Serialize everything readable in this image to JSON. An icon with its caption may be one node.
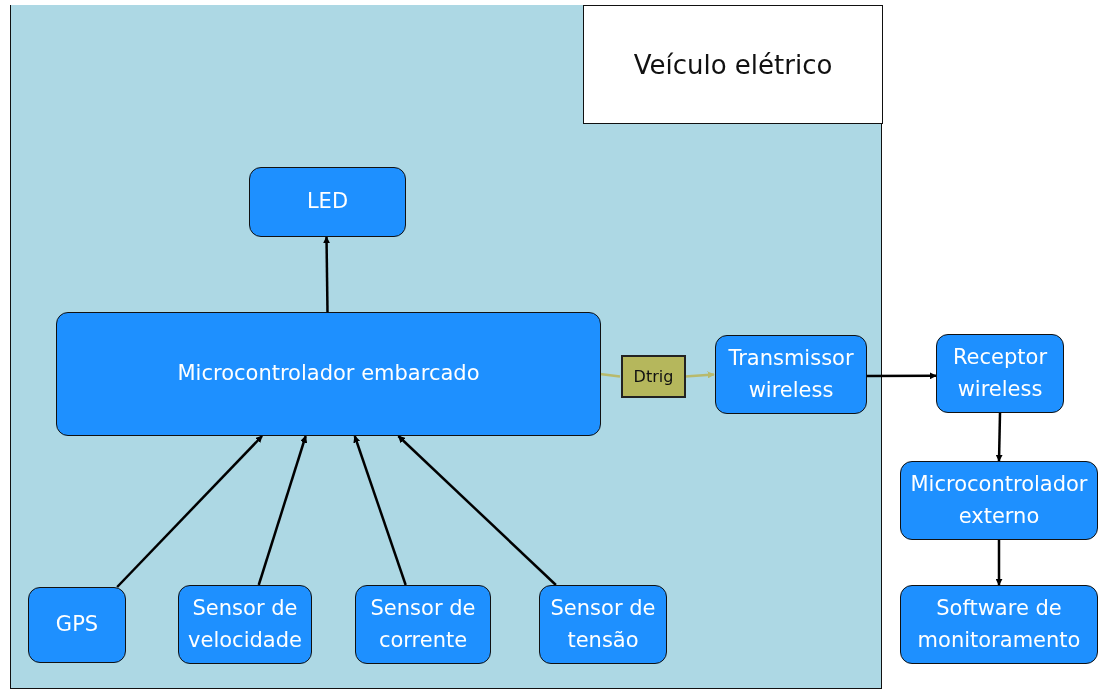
{
  "diagram": {
    "nodes": [
      {
        "text": [
          "Veículo elétrico"
        ]
      },
      {
        "text": [
          "LED"
        ],
        "in": 0
      },
      {
        "text": [
          "Microcontrolador embarcado"
        ],
        "in": 0
      },
      {
        "text": [
          "Dtrig"
        ],
        "in": 0
      },
      {
        "text": [
          "Transmissor wireless"
        ],
        "in": 0
      },
      {
        "text": [
          "GPS"
        ],
        "in": 0
      },
      {
        "text": [
          "Sensor de velocidade"
        ],
        "in": 0
      },
      {
        "text": [
          "Sensor de corrente"
        ],
        "in": 0
      },
      {
        "text": [
          "Sensor de tensão"
        ],
        "in": 0
      },
      {
        "text": [
          "Receptor wireless"
        ]
      },
      {
        "text": [
          "Microcontrolador externo"
        ]
      },
      {
        "text": [
          "Software de monitoramento"
        ]
      }
    ],
    "edges": [
      {
        "from": 2,
        "to": 1,
        "arrow": "to"
      },
      {
        "from": 2,
        "to": 3,
        "arrow": "none",
        "color": "#b8ba6c"
      },
      {
        "from": 3,
        "to": 4,
        "arrow": "to",
        "color": "#b8ba6c"
      },
      {
        "from": 5,
        "to": 2,
        "arrow": "to"
      },
      {
        "from": 6,
        "to": 2,
        "arrow": "to"
      },
      {
        "from": 7,
        "to": 2,
        "arrow": "to"
      },
      {
        "from": 8,
        "to": 2,
        "arrow": "to"
      },
      {
        "from": 4,
        "to": 9,
        "arrow": "to"
      },
      {
        "from": 9,
        "to": 10,
        "arrow": "to"
      },
      {
        "from": 10,
        "to": 11,
        "arrow": "to"
      }
    ]
  }
}
